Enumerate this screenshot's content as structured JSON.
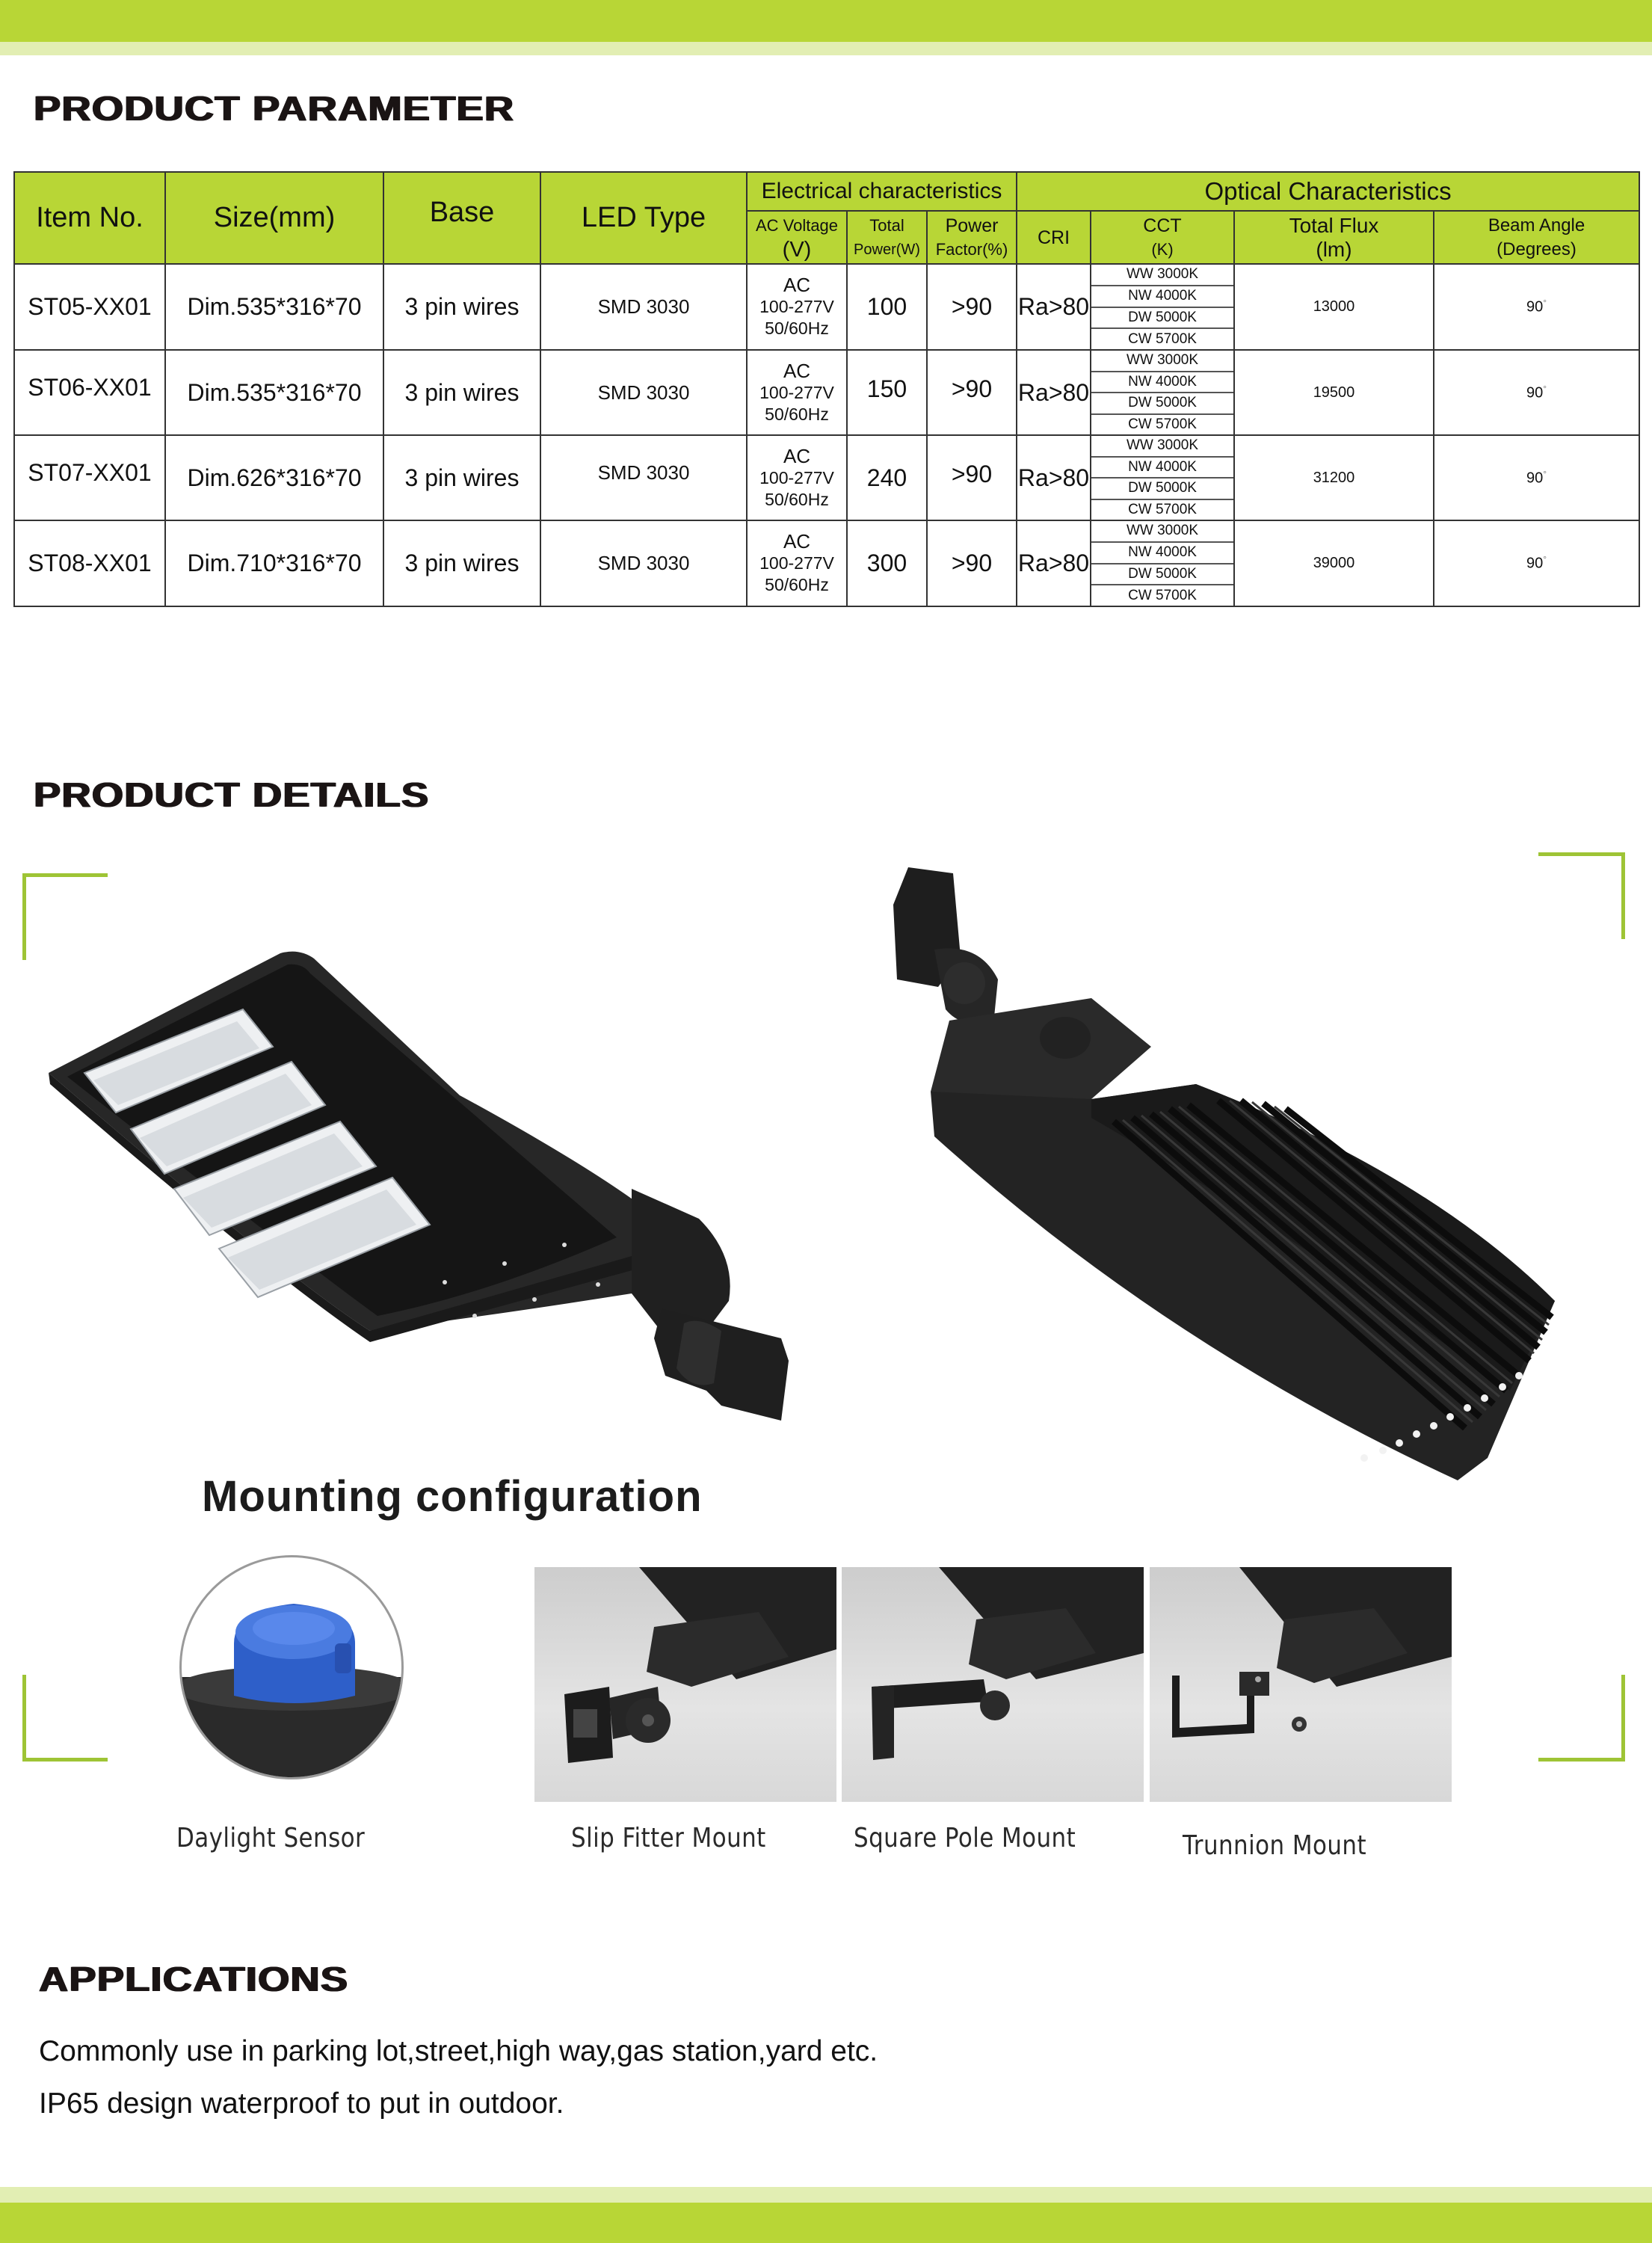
{
  "colors": {
    "brand_green": "#b8d636",
    "brand_green_light": "#e2eeb3",
    "bracket_green": "#9ec435",
    "text_dark": "#1a1414"
  },
  "parameter_section": {
    "title": "PRODUCT PARAMETER",
    "table": {
      "headers": {
        "item_no": "Item No.",
        "size": "Size(mm)",
        "base": "Base",
        "led_type": "LED Type",
        "electrical_group": "Electrical characteristics",
        "optical_group": "Optical Characteristics",
        "ac_voltage": "AC Voltage",
        "ac_voltage_unit": "(V)",
        "total_power": "Total",
        "total_power_unit": "Power(W)",
        "power_factor": "Power",
        "power_factor_unit": "Factor(%)",
        "cri": "CRI",
        "cct": "CCT",
        "cct_unit": "(K)",
        "total_flux": "Total Flux",
        "total_flux_unit": "(lm)",
        "beam_angle": "Beam Angle",
        "beam_angle_unit": "(Degrees)"
      },
      "rows": [
        {
          "item_no": "ST05-XX01",
          "size": "Dim.535*316*70",
          "base": "3 pin wires",
          "led_type": "SMD 3030",
          "voltage_line1": "AC",
          "voltage_line2": "100-277V",
          "voltage_line3": "50/60Hz",
          "power": "100",
          "power_factor": ">90",
          "cri": "Ra>80",
          "cct": [
            "WW 3000K",
            "NW 4000K",
            "DW 5000K",
            "CW 5700K"
          ],
          "flux": "13000",
          "beam_angle": "90",
          "degree_mark": "°"
        },
        {
          "item_no": "ST06-XX01",
          "size": "Dim.535*316*70",
          "base": "3 pin wires",
          "led_type": "SMD 3030",
          "voltage_line1": "AC",
          "voltage_line2": "100-277V",
          "voltage_line3": "50/60Hz",
          "power": "150",
          "power_factor": ">90",
          "cri": "Ra>80",
          "cct": [
            "WW 3000K",
            "NW 4000K",
            "DW 5000K",
            "CW 5700K"
          ],
          "flux": "19500",
          "beam_angle": "90",
          "degree_mark": "°"
        },
        {
          "item_no": "ST07-XX01",
          "size": "Dim.626*316*70",
          "base": "3 pin wires",
          "led_type": "SMD 3030",
          "voltage_line1": "AC",
          "voltage_line2": "100-277V",
          "voltage_line3": "50/60Hz",
          "power": "240",
          "power_factor": ">90",
          "cri": "Ra>80",
          "cct": [
            "WW 3000K",
            "NW 4000K",
            "DW 5000K",
            "CW 5700K"
          ],
          "flux": "31200",
          "beam_angle": "90",
          "degree_mark": "°"
        },
        {
          "item_no": "ST08-XX01",
          "size": "Dim.710*316*70",
          "base": "3 pin wires",
          "led_type": "SMD 3030",
          "voltage_line1": "AC",
          "voltage_line2": "100-277V",
          "voltage_line3": "50/60Hz",
          "power": "300",
          "power_factor": ">90",
          "cri": "Ra>80",
          "cct": [
            "WW 3000K",
            "NW 4000K",
            "DW 5000K",
            "CW 5700K"
          ],
          "flux": "39000",
          "beam_angle": "90",
          "degree_mark": "°"
        }
      ]
    }
  },
  "details_section": {
    "title": "PRODUCT DETAILS",
    "images": [
      {
        "icon": "shoebox-light-front-icon"
      },
      {
        "icon": "shoebox-light-back-heatsink-icon"
      }
    ],
    "mounting": {
      "title": "Mounting configuration",
      "options": [
        {
          "label": "Daylight  Sensor",
          "icon": "photocell-sensor-icon"
        },
        {
          "label": "Slip Fitter Mount",
          "icon": "slip-fitter-mount-icon"
        },
        {
          "label": "Square Pole Mount",
          "icon": "square-pole-mount-icon"
        },
        {
          "label": "Trunnion Mount",
          "icon": "trunnion-mount-icon"
        }
      ]
    }
  },
  "applications_section": {
    "title": "APPLICATIONS",
    "lines": [
      "Commonly use in parking lot,street,high way,gas station,yard etc.",
      "IP65 design waterproof to put in outdoor."
    ]
  }
}
